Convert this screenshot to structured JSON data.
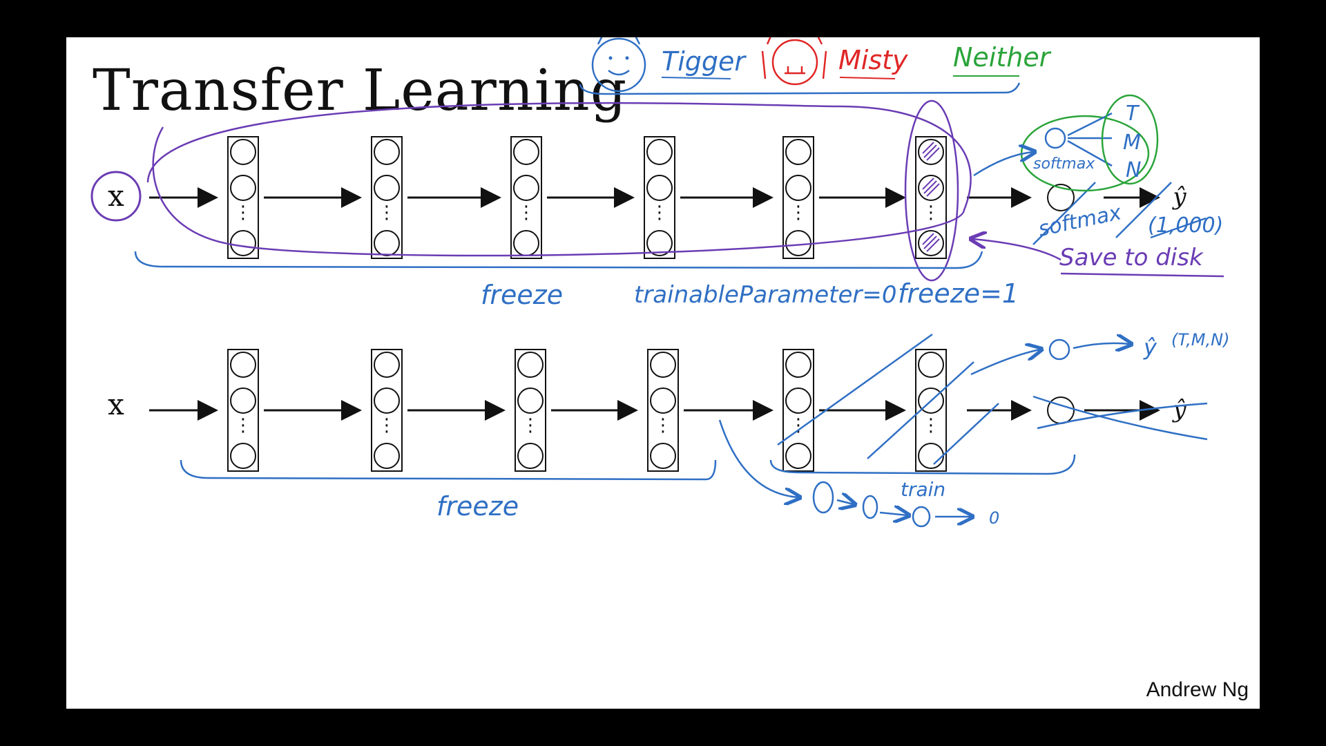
{
  "slide": {
    "title": "Transfer Learning",
    "author": "Andrew Ng"
  },
  "classes": {
    "tigger": "Tigger",
    "misty": "Misty",
    "neither": "Neither",
    "letters": [
      "T",
      "M",
      "N"
    ]
  },
  "network": {
    "input_label": "x",
    "output_label": "ŷ",
    "dots": "⋮"
  },
  "annotations": {
    "softmax_small": "softmax",
    "softmax": "softmax",
    "count_1000": "(1,000)",
    "save_to_disk": "Save to disk",
    "freeze_top": "freeze",
    "trainable": "trainableParameter=0",
    "freeze_eq": "freeze=1",
    "freeze_bottom": "freeze",
    "train": "train",
    "y_hat_small": "ŷ",
    "tmn": "(T,M,N)",
    "zero": "0"
  },
  "colors": {
    "blue_ink": "#2f6fc4",
    "purple_ink": "#6a3cb4",
    "green_ink": "#2aa43a",
    "red_ink": "#e02626"
  }
}
